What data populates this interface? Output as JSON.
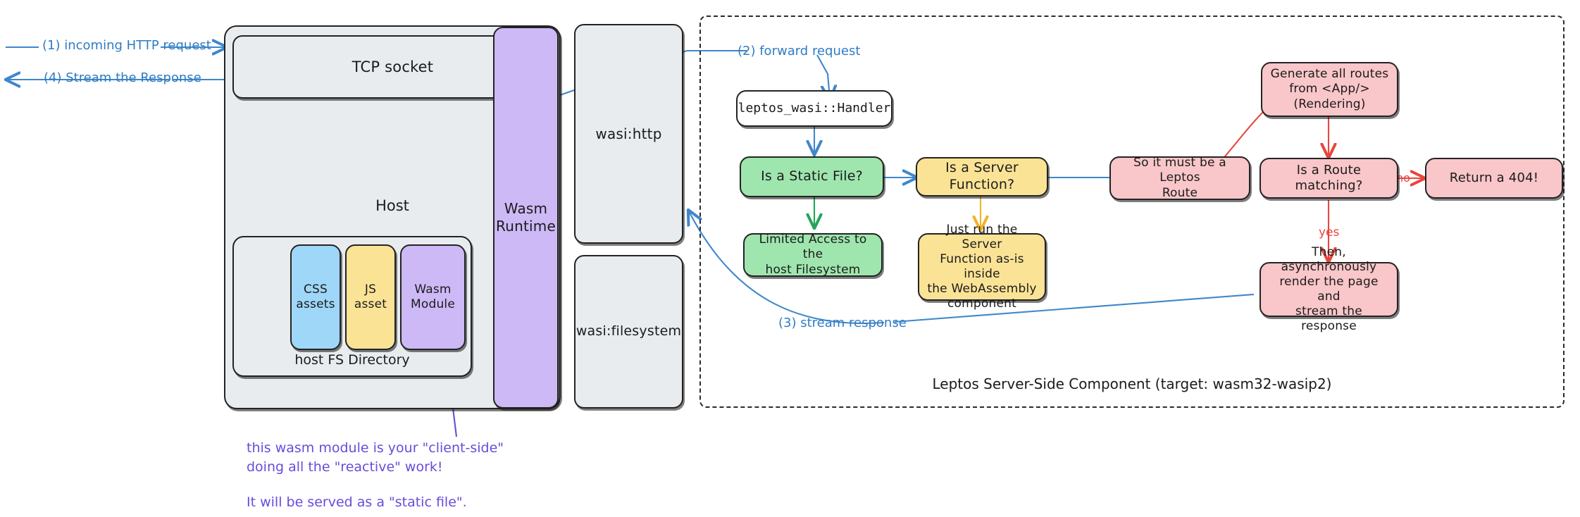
{
  "diagram": {
    "title_caption": "Leptos Server-Side Component (target: wasm32-wasip2)",
    "colors": {
      "grey_box": "#e8ecee",
      "green_box": "#9fe6ae",
      "yellow_box": "#fbe396",
      "pink_box": "#f9c6c9",
      "blue_box": "#9ed7f7",
      "purple_box": "#cdb9f6",
      "blue_arrow": "#3f87cc",
      "green_arrow": "#22a65a",
      "yellow_arrow": "#f0b429",
      "red_arrow": "#e8453c",
      "purple_arrow": "#6a4bdc",
      "stroke": "#232323"
    }
  },
  "left_labels": {
    "incoming": "(1) incoming HTTP request",
    "stream_response": "(4) Stream the Response"
  },
  "host_panel": {
    "tcp_socket": "TCP socket",
    "host_label": "Host",
    "fs_directory_label": "host FS Directory",
    "assets": [
      {
        "label": "CSS\nassets",
        "color": "blue"
      },
      {
        "label": "JS\nasset",
        "color": "yellow"
      },
      {
        "label": "Wasm\nModule",
        "color": "purple"
      }
    ]
  },
  "runtime": {
    "wasm_runtime": "Wasm\nRuntime",
    "wasi_http": "wasi:http",
    "wasi_filesystem": "wasi:filesystem"
  },
  "annotation": {
    "line1": "this wasm module is your \"client-side\"",
    "line2": "doing all the \"reactive\" work!",
    "line3": "It will be served as a \"static file\"."
  },
  "flow_labels": {
    "forward_request": "(2) forward request",
    "stream_response": "(3) stream response",
    "no": "no",
    "yes": "yes"
  },
  "flow_nodes": {
    "handler": "leptos_wasi::Handler",
    "is_static_file": "Is a Static File?",
    "limited_access": "Limited Access to the\nhost Filesystem",
    "is_server_function": "Is a Server Function?",
    "just_run": "Just run the Server\nFunction as-is inside\nthe WebAssembly\ncomponent",
    "must_be_leptos_route": "So it must be a Leptos\nRoute",
    "generate_routes": "Generate all routes\nfrom <App/>\n(Rendering)",
    "is_route_matching": "Is a Route matching?",
    "return_404": "Return a 404!",
    "then_render": "Then, asynchronously\nrender the page and\nstream the response"
  }
}
